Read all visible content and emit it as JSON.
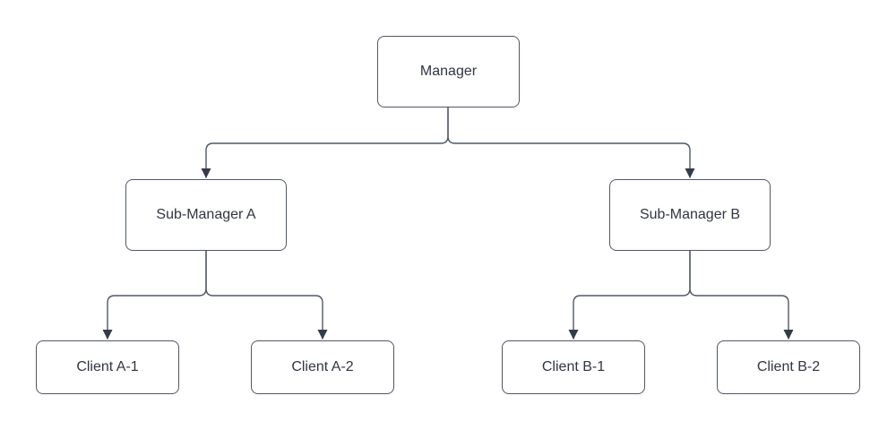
{
  "diagram": {
    "type": "org-chart-tree",
    "background_color": "#ffffff",
    "colors": {
      "node_fill": "#ffffff",
      "node_border": "#505866",
      "connector": "#505866",
      "arrowhead": "#343b49",
      "text": "#2f3542"
    },
    "nodes": {
      "manager": {
        "label": "Manager"
      },
      "sub_manager_a": {
        "label": "Sub-Manager A"
      },
      "sub_manager_b": {
        "label": "Sub-Manager B"
      },
      "client_a1": {
        "label": "Client A-1"
      },
      "client_a2": {
        "label": "Client A-2"
      },
      "client_b1": {
        "label": "Client B-1"
      },
      "client_b2": {
        "label": "Client B-2"
      }
    },
    "edges": [
      {
        "from": "Manager",
        "to": "Sub-Manager A",
        "arrow": "target"
      },
      {
        "from": "Manager",
        "to": "Sub-Manager B",
        "arrow": "target"
      },
      {
        "from": "Sub-Manager A",
        "to": "Client A-1",
        "arrow": "target"
      },
      {
        "from": "Sub-Manager A",
        "to": "Client A-2",
        "arrow": "target"
      },
      {
        "from": "Sub-Manager B",
        "to": "Client B-1",
        "arrow": "target"
      },
      {
        "from": "Sub-Manager B",
        "to": "Client B-2",
        "arrow": "target"
      }
    ]
  }
}
